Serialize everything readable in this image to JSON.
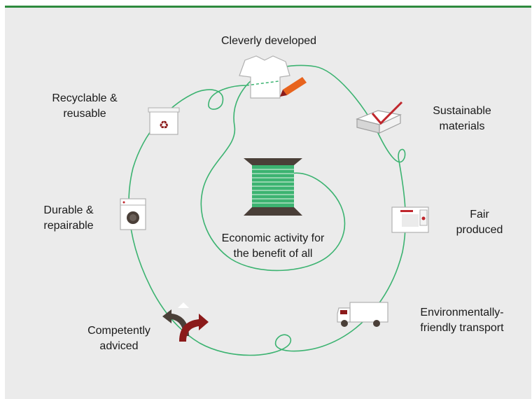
{
  "diagram": {
    "center": {
      "lines": [
        "Economic activity for",
        "the benefit of all"
      ],
      "icon": "thread-spool-icon"
    },
    "stages": [
      {
        "id": "cleverly-developed",
        "lines": [
          "Cleverly developed"
        ],
        "icon": "tshirt-pencil-icon"
      },
      {
        "id": "sustainable-materials",
        "lines": [
          "Sustainable",
          "materials"
        ],
        "icon": "fabric-check-icon"
      },
      {
        "id": "fair-produced",
        "lines": [
          "Fair",
          "produced"
        ],
        "icon": "sewing-machine-icon"
      },
      {
        "id": "environmentally-friendly-transport",
        "lines": [
          "Environmentally-",
          "friendly transport"
        ],
        "icon": "truck-icon"
      },
      {
        "id": "competently-adviced",
        "lines": [
          "Competently",
          "adviced"
        ],
        "icon": "direction-arrows-icon"
      },
      {
        "id": "durable-repairable",
        "lines": [
          "Durable &",
          "repairable"
        ],
        "icon": "washing-machine-icon"
      },
      {
        "id": "recyclable-reusable",
        "lines": [
          "Recyclable &",
          "reusable"
        ],
        "icon": "recycle-bin-icon"
      }
    ],
    "colors": {
      "thread": "#3cb371",
      "accent_green": "#2e8b3e",
      "orange": "#e8641e",
      "dark_red": "#8b1a1a",
      "dark_grey": "#4a3f38",
      "background": "#ebebeb"
    }
  }
}
